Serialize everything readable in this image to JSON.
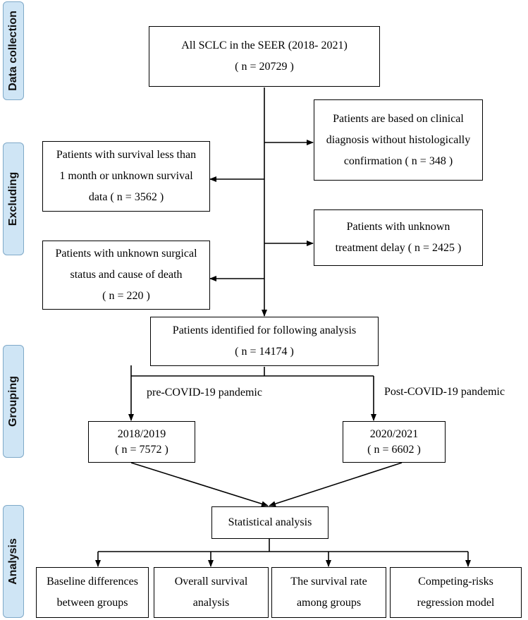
{
  "sections": {
    "data_collection": "Data collection",
    "excluding": "Excluding",
    "grouping": "Grouping",
    "analysis": "Analysis"
  },
  "boxes": {
    "all_sclc": {
      "line1": "All SCLC in the SEER (2018- 2021)",
      "line2": "( n = 20729 )"
    },
    "clinical_diagnosis": {
      "line1": "Patients are based on clinical",
      "line2": "diagnosis without histologically",
      "line3": "confirmation ( n = 348 )"
    },
    "survival_less": {
      "line1": "Patients with survival less than",
      "line2": "1 month or unknown survival",
      "line3": "data ( n = 3562 )"
    },
    "treatment_delay": {
      "line1": "Patients with unknown",
      "line2": "treatment delay ( n = 2425 )"
    },
    "surgical_status": {
      "line1": "Patients with unknown surgical",
      "line2": "status and cause of death",
      "line3": "( n =  220 )"
    },
    "identified": {
      "line1": "Patients identified for following analysis",
      "line2": "( n =  14174 )"
    },
    "group_2018": {
      "line1": "2018/2019",
      "line2": "( n =  7572 )"
    },
    "group_2020": {
      "line1": "2020/2021",
      "line2": "( n =  6602 )"
    },
    "statistical": {
      "line1": "Statistical analysis"
    },
    "baseline": {
      "line1": "Baseline differences",
      "line2": "between groups"
    },
    "overall": {
      "line1": "Overall survival",
      "line2": "analysis"
    },
    "survival_rate": {
      "line1": "The survival rate",
      "line2": "among groups"
    },
    "competing": {
      "line1": "Competing-risks",
      "line2": "regression model"
    }
  },
  "labels": {
    "pre_covid": "pre-COVID-19 pandemic",
    "post_covid": "Post-COVID-19 pandemic"
  },
  "colors": {
    "side_fill": "#cfe5f5",
    "side_border": "#7fa9c8",
    "line": "#000000"
  }
}
